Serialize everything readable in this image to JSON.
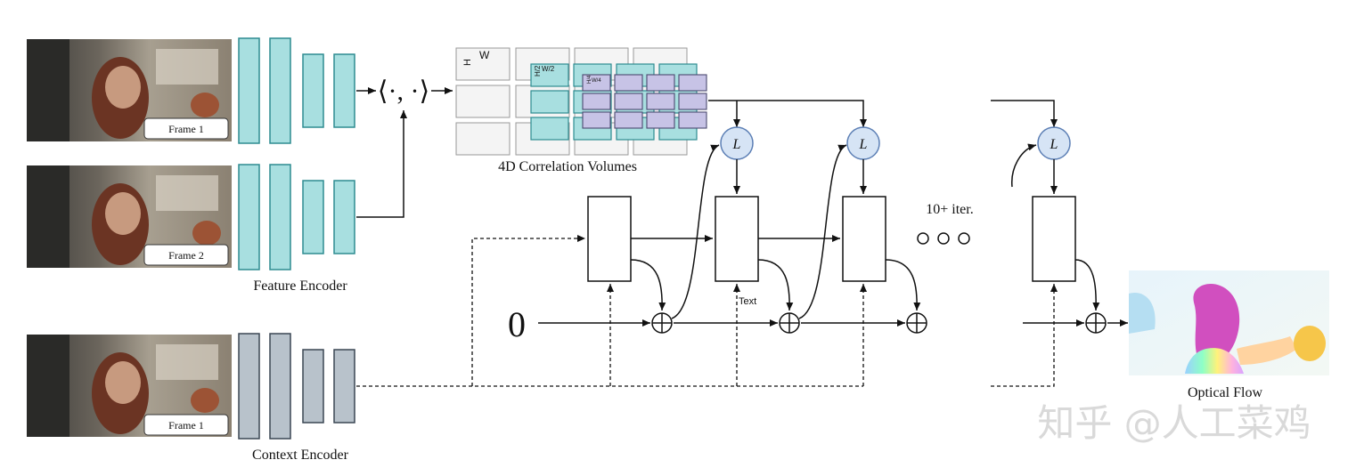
{
  "frames": {
    "frame1_top": "Frame 1",
    "frame2": "Frame 2",
    "frame1_bottom": "Frame 1"
  },
  "labels": {
    "feature_encoder": "Feature Encoder",
    "context_encoder": "Context Encoder",
    "inner_product": "⟨·, ·⟩",
    "correlation_volumes": "4D Correlation Volumes",
    "vol_h": "H",
    "vol_w": "W",
    "vol_h2": "H/2",
    "vol_w2": "W/2",
    "vol_h4": "H/4",
    "vol_w4": "W/4",
    "lookup": "L",
    "zero": "0",
    "iterations": "10+ iter.",
    "text_label": "Text",
    "optical_flow": "Optical Flow",
    "watermark": "知乎 @人工菜鸡"
  },
  "colors": {
    "feature_fill": "#a8dfe0",
    "feature_stroke": "#2e8c91",
    "context_fill": "#b8c2cb",
    "context_stroke": "#3a4653",
    "lookup_fill": "#d6e4f5",
    "lookup_stroke": "#5c7fb5",
    "volume_purple": "#c7c3e6",
    "volume_gray": "#f4f4f4"
  }
}
